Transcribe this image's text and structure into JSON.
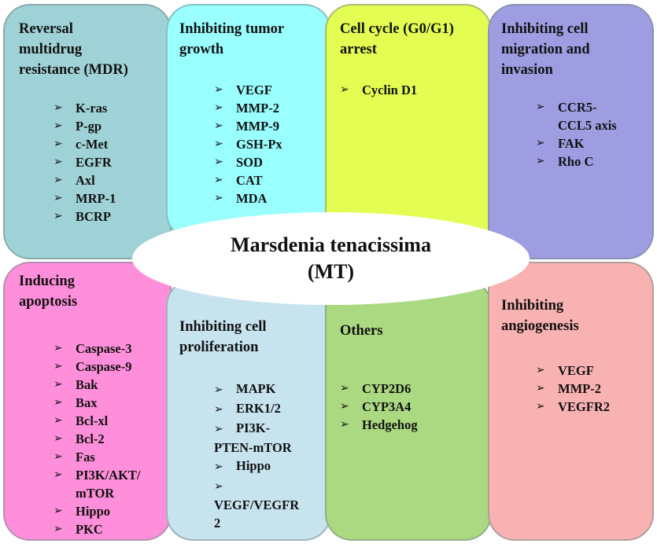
{
  "center": {
    "line1": "Marsdenia tenacissima",
    "line2": "(MT)"
  },
  "boxes": [
    {
      "title": "Reversal\nmultidrug\nresistance (MDR)",
      "color": "#9fd2d6",
      "items": [
        "K-ras",
        "P-gp",
        "c-Met",
        "EGFR",
        "Axl",
        "MRP-1",
        "BCRP"
      ]
    },
    {
      "title": "Inhibiting tumor\ngrowth",
      "color": "#99ffff",
      "items": [
        "VEGF",
        "MMP-2",
        "MMP-9",
        "GSH-Px",
        "SOD",
        "CAT",
        "MDA"
      ]
    },
    {
      "title": "Cell cycle (G0/G1)\narrest",
      "color": "#e4fd52",
      "items": [
        "Cyclin D1"
      ]
    },
    {
      "title": "Inhibiting cell\nmigration and\ninvasion",
      "color": "#9e9de2",
      "items": [
        "CCR5-\nCCL5 axis",
        "FAK",
        "Rho C"
      ]
    },
    {
      "title": "Inducing\napoptosis",
      "color": "#ff8fdb",
      "items": [
        "Caspase-3",
        "Caspase-9",
        "Bak",
        "Bax",
        "Bcl-xl",
        "Bcl-2",
        "Fas",
        "PI3K/AKT/\nmTOR",
        "Hippo",
        "PKC"
      ]
    },
    {
      "title": "Inhibiting cell\nproliferation",
      "color": "#c7e3ee",
      "items": [
        "MAPK",
        "ERK1/2",
        "PI3K-\nPTEN-mTOR",
        "Hippo",
        "\nVEGF/VEGFR\n2"
      ]
    },
    {
      "title": "Others",
      "color": "#abd982",
      "items": [
        "CYP2D6",
        "CYP3A4",
        "Hedgehog"
      ]
    },
    {
      "title": "Inhibiting\nangiogenesis",
      "color": "#f9b2b2",
      "items": [
        "VEGF",
        "MMP-2",
        "VEGFR2"
      ]
    }
  ],
  "arrow": "➢"
}
